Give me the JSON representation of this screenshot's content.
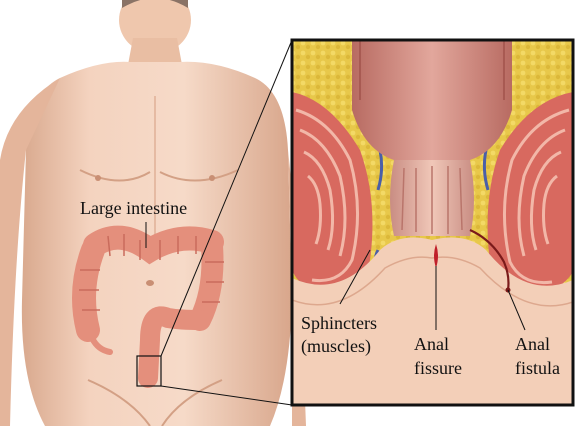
{
  "labels": {
    "large_intestine": "Large intestine",
    "sphincters_line1": "Sphincters",
    "sphincters_line2": "(muscles)",
    "fissure_line1": "Anal",
    "fissure_line2": "fissure",
    "fistula_line1": "Anal",
    "fistula_line2": "fistula"
  },
  "colors": {
    "skin": "#f2cdb6",
    "skin_shadow": "#dba98f",
    "intestine": "#e8907e",
    "muscle": "#d96e63",
    "fat": "#e8c84a",
    "mucosa": "#c98a80",
    "inset_border": "#111111"
  }
}
